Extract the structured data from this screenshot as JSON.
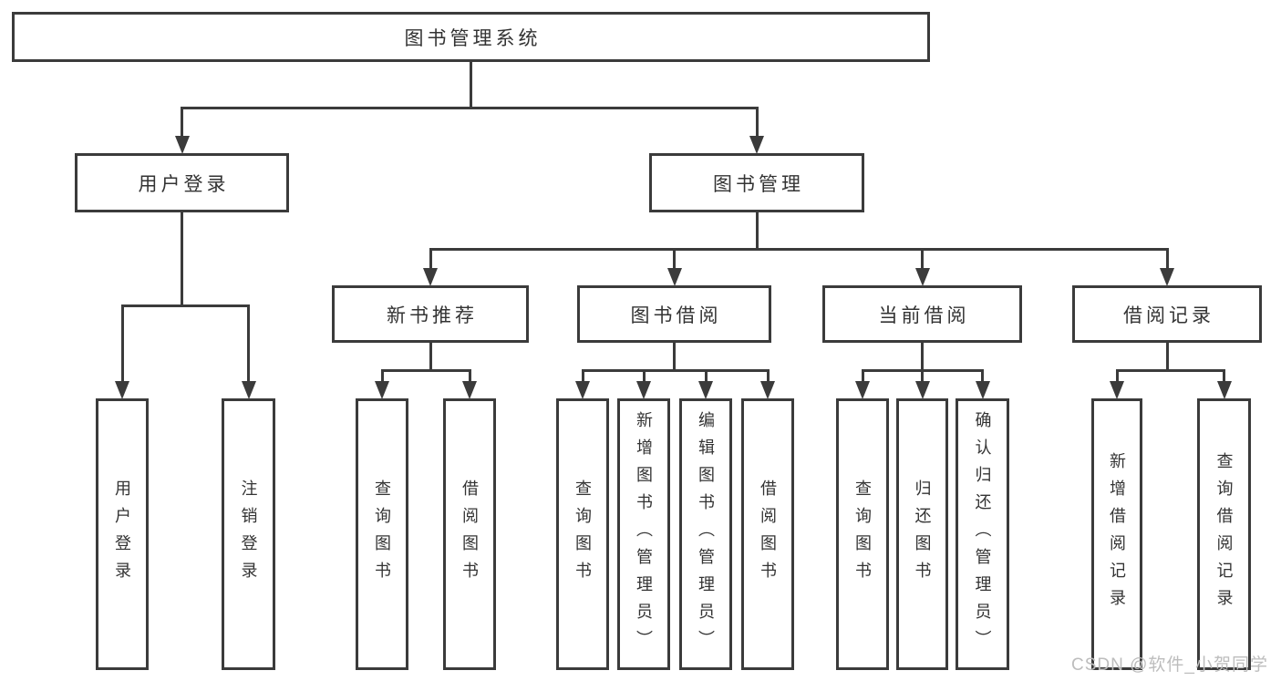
{
  "colors": {
    "line": "#3b3b3b",
    "box_border": "#3b3b3b",
    "box_background": "#ffffff",
    "text": "#333333",
    "watermark": "#bdbdbd",
    "page_background": "#ffffff"
  },
  "watermark": {
    "text": "CSDN @软件_小贺同学"
  },
  "diagram": {
    "root": {
      "id": "root",
      "label": "图书管理系统",
      "children": [
        {
          "id": "user-login",
          "label": "用户登录",
          "children": [
            {
              "id": "login",
              "label": "用户登录"
            },
            {
              "id": "logout",
              "label": "注销登录"
            }
          ]
        },
        {
          "id": "book-mgmt",
          "label": "图书管理",
          "children": [
            {
              "id": "new-book-rec",
              "label": "新书推荐",
              "children": [
                {
                  "id": "query-book-1",
                  "label": "查询图书"
                },
                {
                  "id": "borrow-book-1",
                  "label": "借阅图书"
                }
              ]
            },
            {
              "id": "book-borrow",
              "label": "图书借阅",
              "children": [
                {
                  "id": "query-book-2",
                  "label": "查询图书"
                },
                {
                  "id": "add-book",
                  "label": "新增图书（管理员）"
                },
                {
                  "id": "edit-book",
                  "label": "编辑图书（管理员）"
                },
                {
                  "id": "borrow-book-2",
                  "label": "借阅图书"
                }
              ]
            },
            {
              "id": "current-borrow",
              "label": "当前借阅",
              "children": [
                {
                  "id": "query-book-3",
                  "label": "查询图书"
                },
                {
                  "id": "return-book",
                  "label": "归还图书"
                },
                {
                  "id": "confirm-return",
                  "label": "确认归还（管理员）"
                }
              ]
            },
            {
              "id": "borrow-records",
              "label": "借阅记录",
              "children": [
                {
                  "id": "add-borrow-record",
                  "label": "新增借阅记录"
                },
                {
                  "id": "query-borrow-record",
                  "label": "查询借阅记录"
                }
              ]
            }
          ]
        }
      ]
    }
  }
}
